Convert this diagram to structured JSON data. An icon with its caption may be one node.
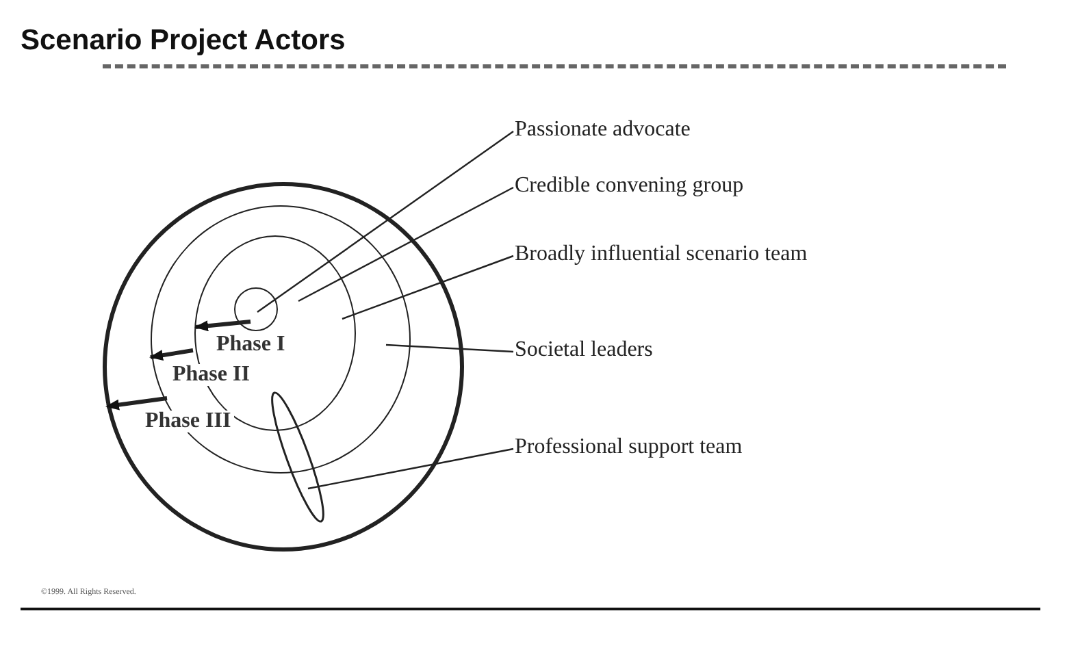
{
  "diagram": {
    "title": "Scenario Project Actors",
    "nodes": [
      {
        "text": [],
        "shape": "circle"
      },
      {
        "text": [],
        "shape": "circle",
        "in": 0
      },
      {
        "text": [],
        "shape": "circle",
        "in": 1
      },
      {
        "text": [],
        "shape": "circle",
        "in": 2
      },
      {
        "text": [],
        "shape": "circle",
        "in": 0
      },
      {
        "text": [
          "Passionate advocate"
        ]
      },
      {
        "text": [
          "Credible convening group"
        ]
      },
      {
        "text": [
          "Broadly influential scenario team"
        ]
      },
      {
        "text": [
          "Societal leaders"
        ]
      },
      {
        "text": [
          "Professional support team"
        ]
      }
    ],
    "edges": [
      {
        "from": 5,
        "to": 3,
        "arrow": "none"
      },
      {
        "from": 6,
        "to": 2,
        "arrow": "none"
      },
      {
        "from": 7,
        "to": 1,
        "arrow": "none"
      },
      {
        "from": 8,
        "to": 0,
        "arrow": "none"
      },
      {
        "from": 9,
        "to": 4,
        "arrow": "none"
      },
      {
        "from": 3,
        "to": 2,
        "arrow": "to",
        "style": "thick",
        "label": "Phase I"
      },
      {
        "from": 2,
        "to": 1,
        "arrow": "to",
        "style": "thick",
        "label": "Phase II"
      },
      {
        "from": 1,
        "to": 0,
        "arrow": "to",
        "style": "thick",
        "label": "Phase III"
      }
    ],
    "labels": [
      "©1999. All Rights Reserved."
    ]
  }
}
